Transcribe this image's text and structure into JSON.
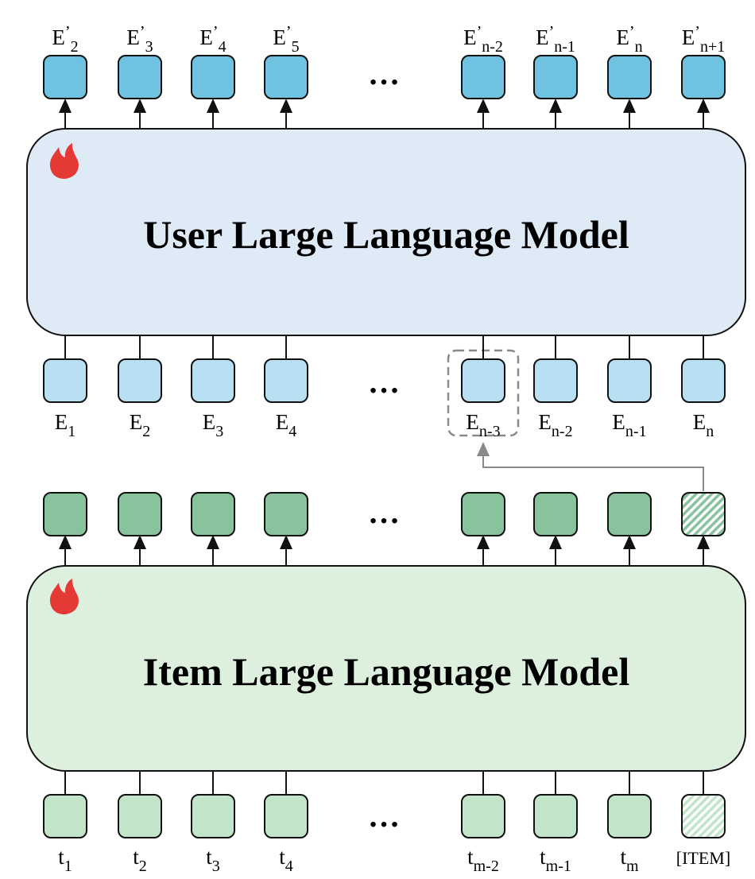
{
  "user_model": {
    "title": "User Large Language Model",
    "icon": "flame-icon",
    "fill": "#deeaf6",
    "token_fill": "#6fc3e0",
    "input_fill": "#b8e0f2"
  },
  "item_model": {
    "title": "Item Large Language Model",
    "icon": "flame-icon",
    "fill": "#ddf0dd",
    "token_fill": "#88c39d",
    "input_fill": "#c2e4c9"
  },
  "ellipsis": "…",
  "user_outputs": [
    {
      "base": "E",
      "sup": "’",
      "sub": "2"
    },
    {
      "base": "E",
      "sup": "’",
      "sub": "3"
    },
    {
      "base": "E",
      "sup": "’",
      "sub": "4"
    },
    {
      "base": "E",
      "sup": "’",
      "sub": "5"
    },
    {
      "base": "E",
      "sup": "’",
      "sub": "n-2"
    },
    {
      "base": "E",
      "sup": "’",
      "sub": "n-1"
    },
    {
      "base": "E",
      "sup": "’",
      "sub": "n"
    },
    {
      "base": "E",
      "sup": "’",
      "sub": "n+1"
    }
  ],
  "user_inputs": [
    {
      "base": "E",
      "sub": "1"
    },
    {
      "base": "E",
      "sub": "2"
    },
    {
      "base": "E",
      "sub": "3"
    },
    {
      "base": "E",
      "sub": "4"
    },
    {
      "base": "E",
      "sub": "n-3",
      "highlighted": true
    },
    {
      "base": "E",
      "sub": "n-2"
    },
    {
      "base": "E",
      "sub": "n-1"
    },
    {
      "base": "E",
      "sub": "n"
    }
  ],
  "item_inputs": [
    {
      "base": "t",
      "sub": "1"
    },
    {
      "base": "t",
      "sub": "2"
    },
    {
      "base": "t",
      "sub": "3"
    },
    {
      "base": "t",
      "sub": "4"
    },
    {
      "base": "t",
      "sub": "m-2"
    },
    {
      "base": "t",
      "sub": "m-1"
    },
    {
      "base": "t",
      "sub": "m"
    },
    {
      "base": "[ITEM]",
      "sub": "",
      "special": true
    }
  ]
}
